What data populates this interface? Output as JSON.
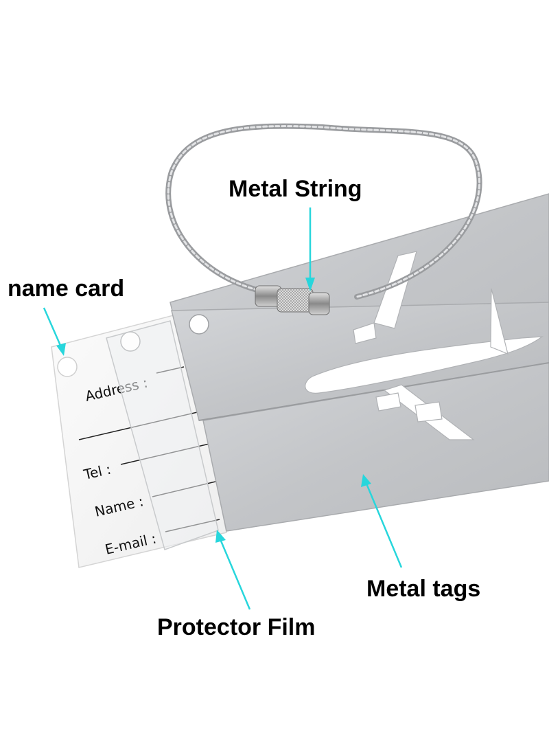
{
  "labels": {
    "metal_string": "Metal String",
    "name_card": "name card",
    "metal_tags": "Metal tags",
    "protector_film": "Protector Film"
  },
  "card_fields": {
    "address": "Address :",
    "tel": "Tel :",
    "name": "Name :",
    "email": "E-mail :"
  },
  "colors": {
    "arrow": "#27d6dc",
    "metal_tag": "#c6c8cb",
    "name_card": "#f7f7f7",
    "film": "#eceef0",
    "background": "#ffffff"
  }
}
